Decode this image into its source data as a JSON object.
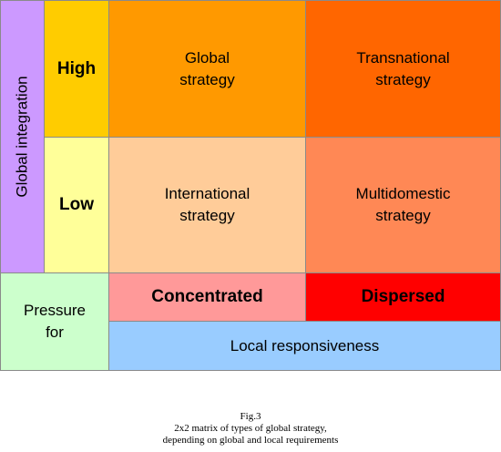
{
  "axis_vertical": {
    "label": "Global integration",
    "high": "High",
    "low": "Low",
    "colors": {
      "axis": "#cc99ff",
      "high": "#ffcc00",
      "low": "#ffff99"
    }
  },
  "axis_horizontal": {
    "pressure_label_line1": "Pressure",
    "pressure_label_line2": "for",
    "concentrated": "Concentrated",
    "dispersed": "Dispersed",
    "label": "Local responsiveness",
    "colors": {
      "pressure": "#ccffcc",
      "concentrated": "#ff9999",
      "dispersed": "#ff0000",
      "local": "#99ccff"
    }
  },
  "quadrants": {
    "global": {
      "line1": "Global",
      "line2": "strategy",
      "color": "#ff9900"
    },
    "transnational": {
      "line1": "Transnational",
      "line2": "strategy",
      "color": "#ff6600"
    },
    "international": {
      "line1": "International",
      "line2": "strategy",
      "color": "#ffcc99"
    },
    "multidomestic": {
      "line1": "Multidomestic",
      "line2": "strategy",
      "color": "#ff8855"
    }
  },
  "caption": {
    "line1": "Fig.3",
    "line2": "2x2 matrix of types of global strategy,",
    "line3": "depending on global and local requirements"
  }
}
